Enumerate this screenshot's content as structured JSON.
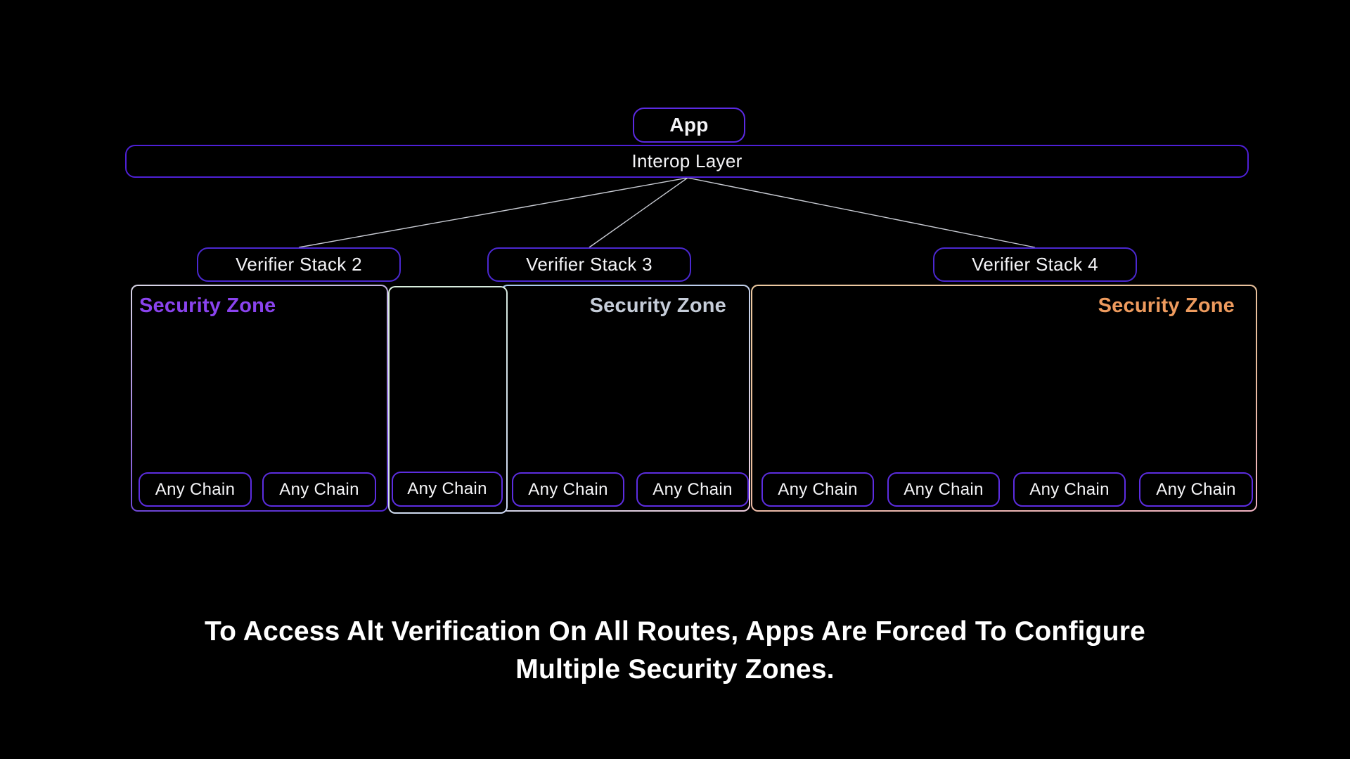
{
  "header": {
    "app_label": "App",
    "interop_label": "Interop Layer"
  },
  "verifier_stacks": [
    {
      "label": "Verifier Stack 2"
    },
    {
      "label": "Verifier Stack 3"
    },
    {
      "label": "Verifier Stack 4"
    }
  ],
  "security_zones": [
    {
      "label": "Security Zone",
      "label_color": "#8a43ee",
      "border_gradient": [
        "#d9d6e6",
        "#4f24cf"
      ],
      "chains": [
        "Any Chain",
        "Any Chain"
      ]
    },
    {
      "border_gradient": [
        "#d9eedb",
        "#cdd7f3"
      ],
      "chains": [
        "Any Chain"
      ]
    },
    {
      "label": "Security Zone",
      "label_color": "#c6cdd9",
      "border_gradient": [
        "#a8c8f0",
        "#edcbdb"
      ],
      "chains": [
        "Any Chain",
        "Any Chain"
      ]
    },
    {
      "label": "Security Zone",
      "label_color": "#ee9b5e",
      "border_gradient": [
        "#ecc9a0",
        "#f0b2c2"
      ],
      "chains": [
        "Any Chain",
        "Any Chain",
        "Any Chain",
        "Any Chain"
      ]
    }
  ],
  "caption": {
    "lines": [
      "To Access Alt Verification On All Routes, Apps Are Forced To Configure",
      "Multiple Security Zones."
    ]
  },
  "colors": {
    "background": "#000000",
    "node_border_purple": "#5229dc",
    "connector_line": "#c9ccd4",
    "caption_text": "#ffffff"
  }
}
